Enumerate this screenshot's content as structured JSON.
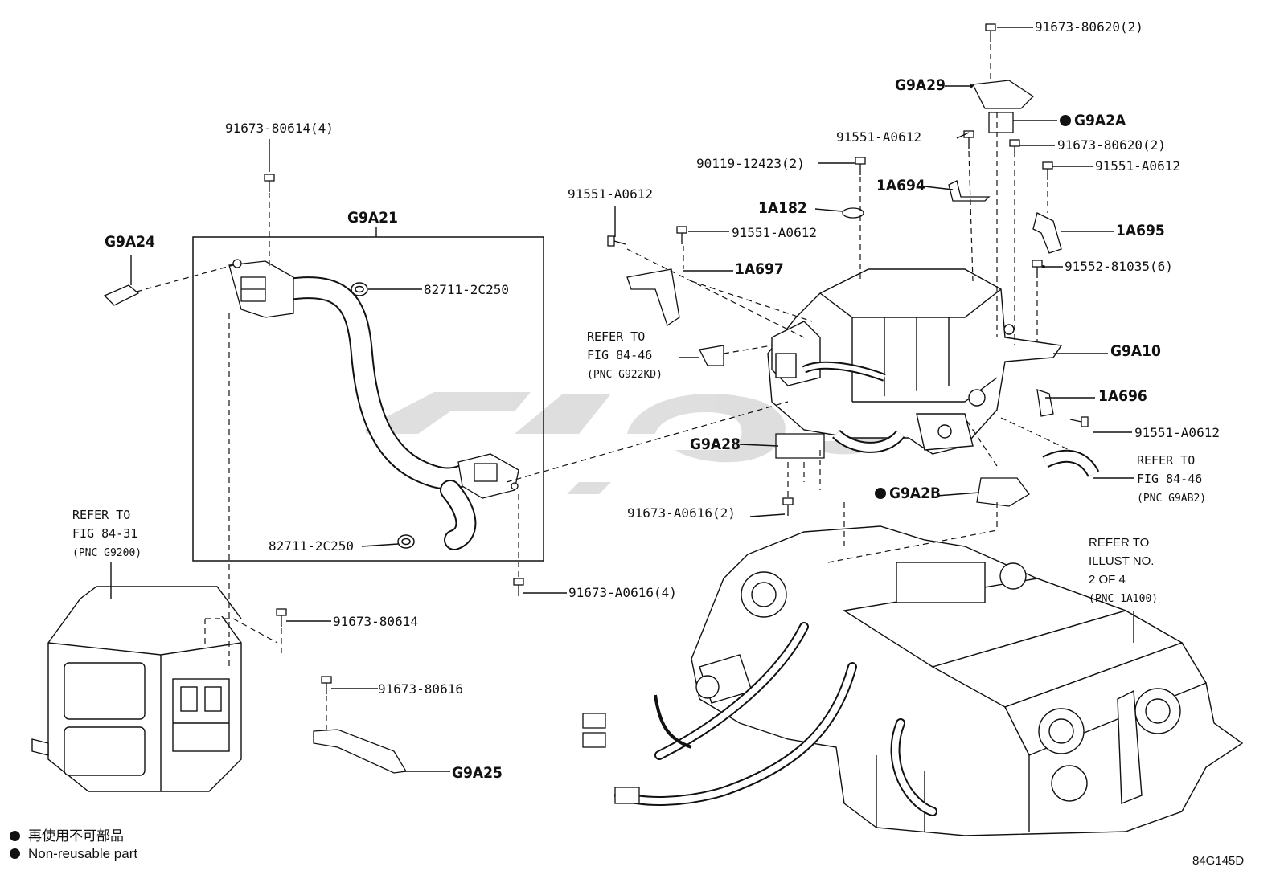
{
  "labels": {
    "bolt_80620_top": "91673-80620(2)",
    "g9a29": "G9A29",
    "g9a2a": "G9A2A",
    "bolt_a0612_upper": "91551-A0612",
    "bolt_80620_right": "91673-80620(2)",
    "bolt_12423": "90119-12423(2)",
    "bolt_a0612_right_upper": "91551-A0612",
    "bracket_1a694": "1A694",
    "washer_1a182": "1A182",
    "bracket_1a695": "1A695",
    "bolt_81035": "91552-81035(6)",
    "bolt_80614_4": "91673-80614(4)",
    "g9a21": "G9A21",
    "g9a24": "G9A24",
    "bolt_a0612_left": "91551-A0612",
    "bolt_a0612_mid": "91551-A0612",
    "bracket_1a697": "1A697",
    "clamp_upper": "82711-2C250",
    "g9a10": "G9A10",
    "bracket_1a696": "1A696",
    "bolt_a0612_lower_right": "91551-A0612",
    "g9a28": "G9A28",
    "g9a2b": "G9A2B",
    "bolt_a0616_2": "91673-A0616(2)",
    "clamp_lower": "82711-2C250",
    "bolt_a0616_4": "91673-A0616(4)",
    "bolt_80614": "91673-80614",
    "bolt_80616": "91673-80616",
    "g9a25": "G9A25"
  },
  "refs": {
    "fig_84_46_upper": {
      "line1": "REFER TO",
      "line2": "FIG 84-46",
      "pnc": "(PNC G922KD)"
    },
    "fig_84_46_lower": {
      "line1": "REFER TO",
      "line2": "FIG 84-46",
      "pnc": "(PNC G9AB2)"
    },
    "fig_84_31": {
      "line1": "REFER TO",
      "line2": "FIG 84-31",
      "pnc": "(PNC G9200)"
    },
    "illust_2_of_4": {
      "line1": "REFER TO",
      "line2": "ILLUST NO.",
      "line3": "2 OF 4",
      "pnc": "(PNC 1A100)"
    }
  },
  "legend": {
    "line_jp": "再使用不可部品",
    "line_en": "Non-reusable part"
  },
  "figure_number": "84G145D"
}
